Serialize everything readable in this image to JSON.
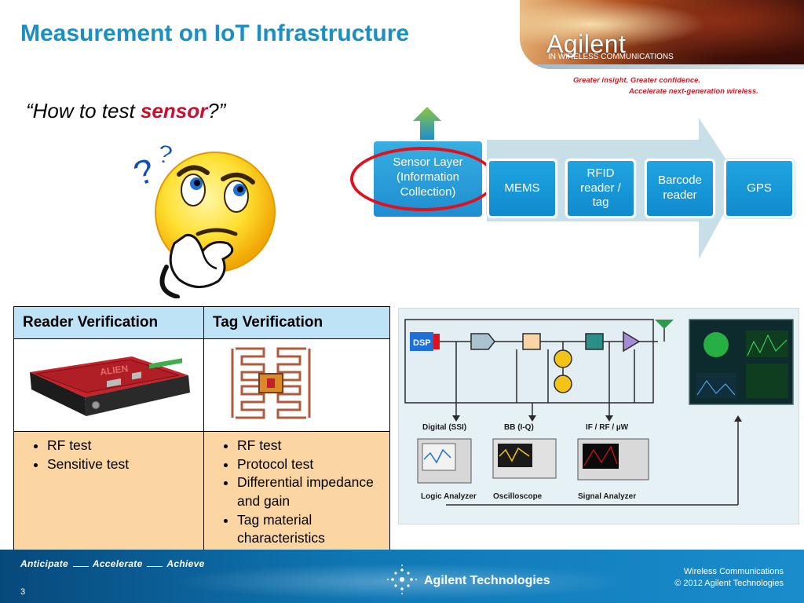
{
  "slide": {
    "title": "Measurement on IoT Infrastructure",
    "question_prefix": "“How to test ",
    "question_highlight": "sensor",
    "question_suffix": "?”",
    "page_number": "3"
  },
  "brand": {
    "name": "Agilent",
    "subtitle": "IN WIRELESS COMMUNICATIONS",
    "tagline_1": "Greater insight. Greater confidence.",
    "tagline_2": "Accelerate next-generation wireless."
  },
  "flow": {
    "sensor_layer": "Sensor Layer (Information Collection)",
    "items": [
      "MEMS",
      "RFID reader / tag",
      "Barcode reader",
      "GPS"
    ]
  },
  "table": {
    "headers": [
      "Reader Verification",
      "Tag Verification"
    ],
    "reader_bullets": [
      "RF test",
      "Sensitive test"
    ],
    "tag_bullets": [
      "RF test",
      "Protocol test",
      "Differential impedance and gain",
      "Tag material characteristics"
    ],
    "reader_device_brand": "ALIEN"
  },
  "diagram": {
    "dsp_label": "DSP",
    "labels": [
      "Digital (SSI)",
      "BB (I-Q)",
      "IF / RF / µW"
    ],
    "instruments": [
      "Logic Analyzer",
      "Oscilloscope",
      "Signal Analyzer"
    ]
  },
  "footer": {
    "motto_1": "Anticipate",
    "motto_2": "Accelerate",
    "motto_3": "Achieve",
    "company": "Agilent Technologies",
    "line_1": "Wireless Communications",
    "line_2": "©  2012  Agilent Technologies"
  },
  "colors": {
    "title": "#1a8fc4",
    "highlight": "#c8102e",
    "flow_box": "#1e8ed0",
    "table_header": "#bee2f6",
    "table_body": "#fcd6a2",
    "footer": "#0f78b5"
  }
}
